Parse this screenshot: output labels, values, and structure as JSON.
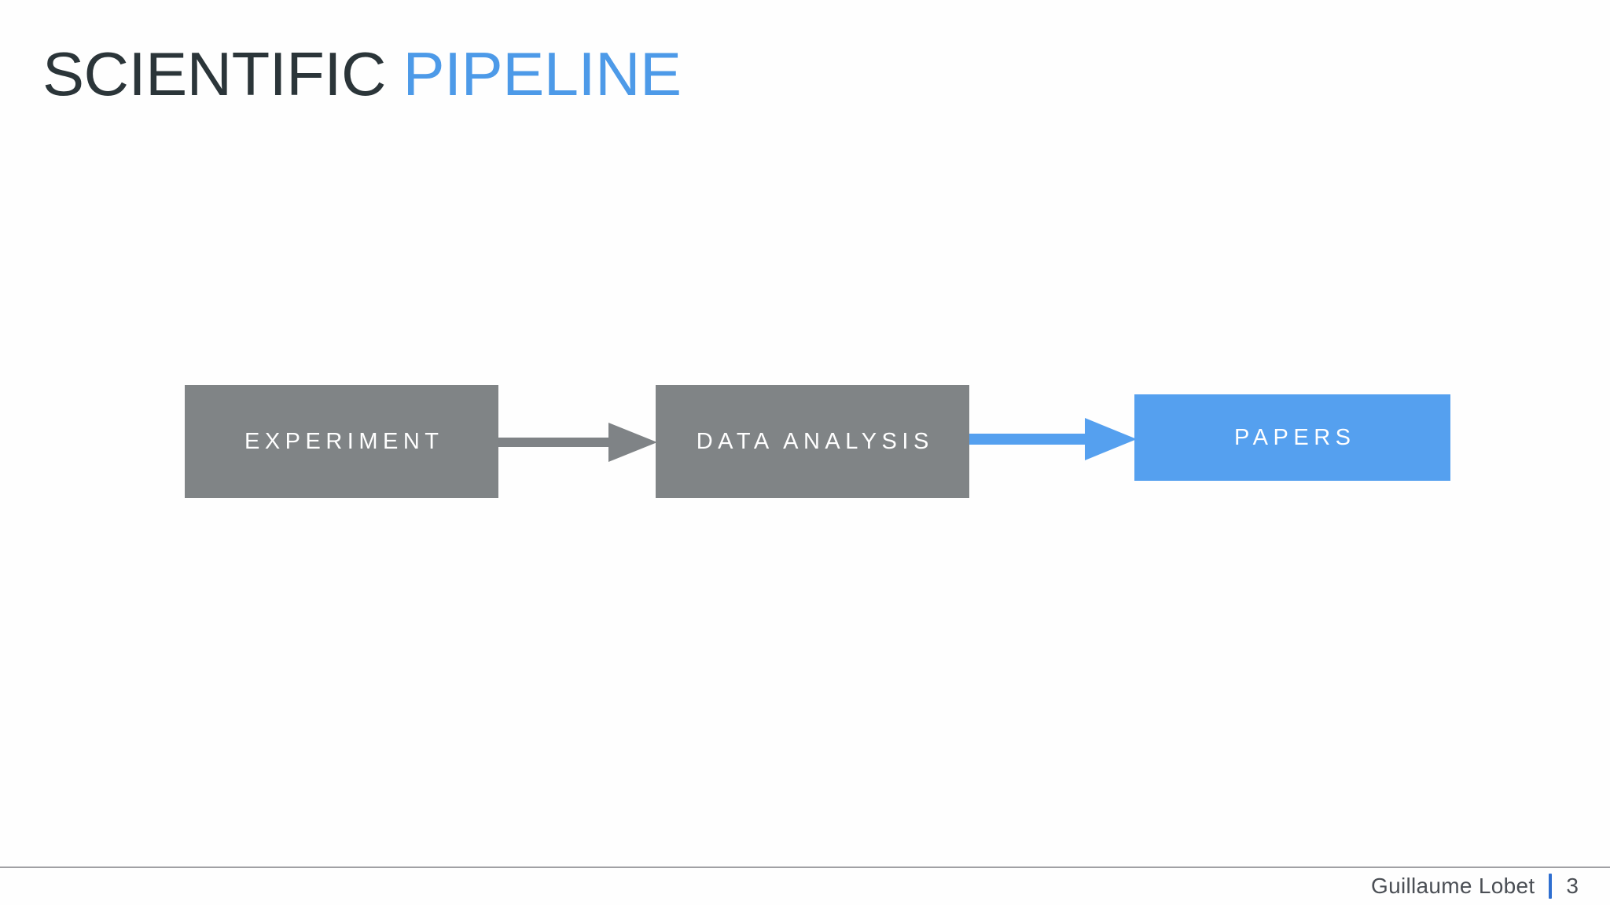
{
  "slide": {
    "background_color": "#fefefe",
    "title": {
      "part_dark": "SCIENTIFIC",
      "part_accent": " PIPELINE",
      "dark_color": "#2b3539",
      "accent_color": "#4d9ae8"
    }
  },
  "diagram": {
    "type": "flowchart",
    "nodes": [
      {
        "id": "experiment",
        "label": "EXPERIMENT",
        "fill": "#808486",
        "text_color": "#ffffff"
      },
      {
        "id": "data-analysis",
        "label": "DATA ANALYSIS",
        "fill": "#808486",
        "text_color": "#ffffff"
      },
      {
        "id": "papers",
        "label": "PAPERS",
        "fill": "#55a0ef",
        "text_color": "#ffffff"
      }
    ],
    "arrows": [
      {
        "id": "arrow-1",
        "from": "experiment",
        "to": "data-analysis",
        "color": "#7f8386"
      },
      {
        "id": "arrow-2",
        "from": "data-analysis",
        "to": "papers",
        "color": "#55a0ef"
      }
    ]
  },
  "footer": {
    "author": "Guillaume Lobet",
    "separator": "|",
    "page_number": "3",
    "rule_color": "#a0a0a4",
    "separator_color": "#2f6fd0"
  }
}
